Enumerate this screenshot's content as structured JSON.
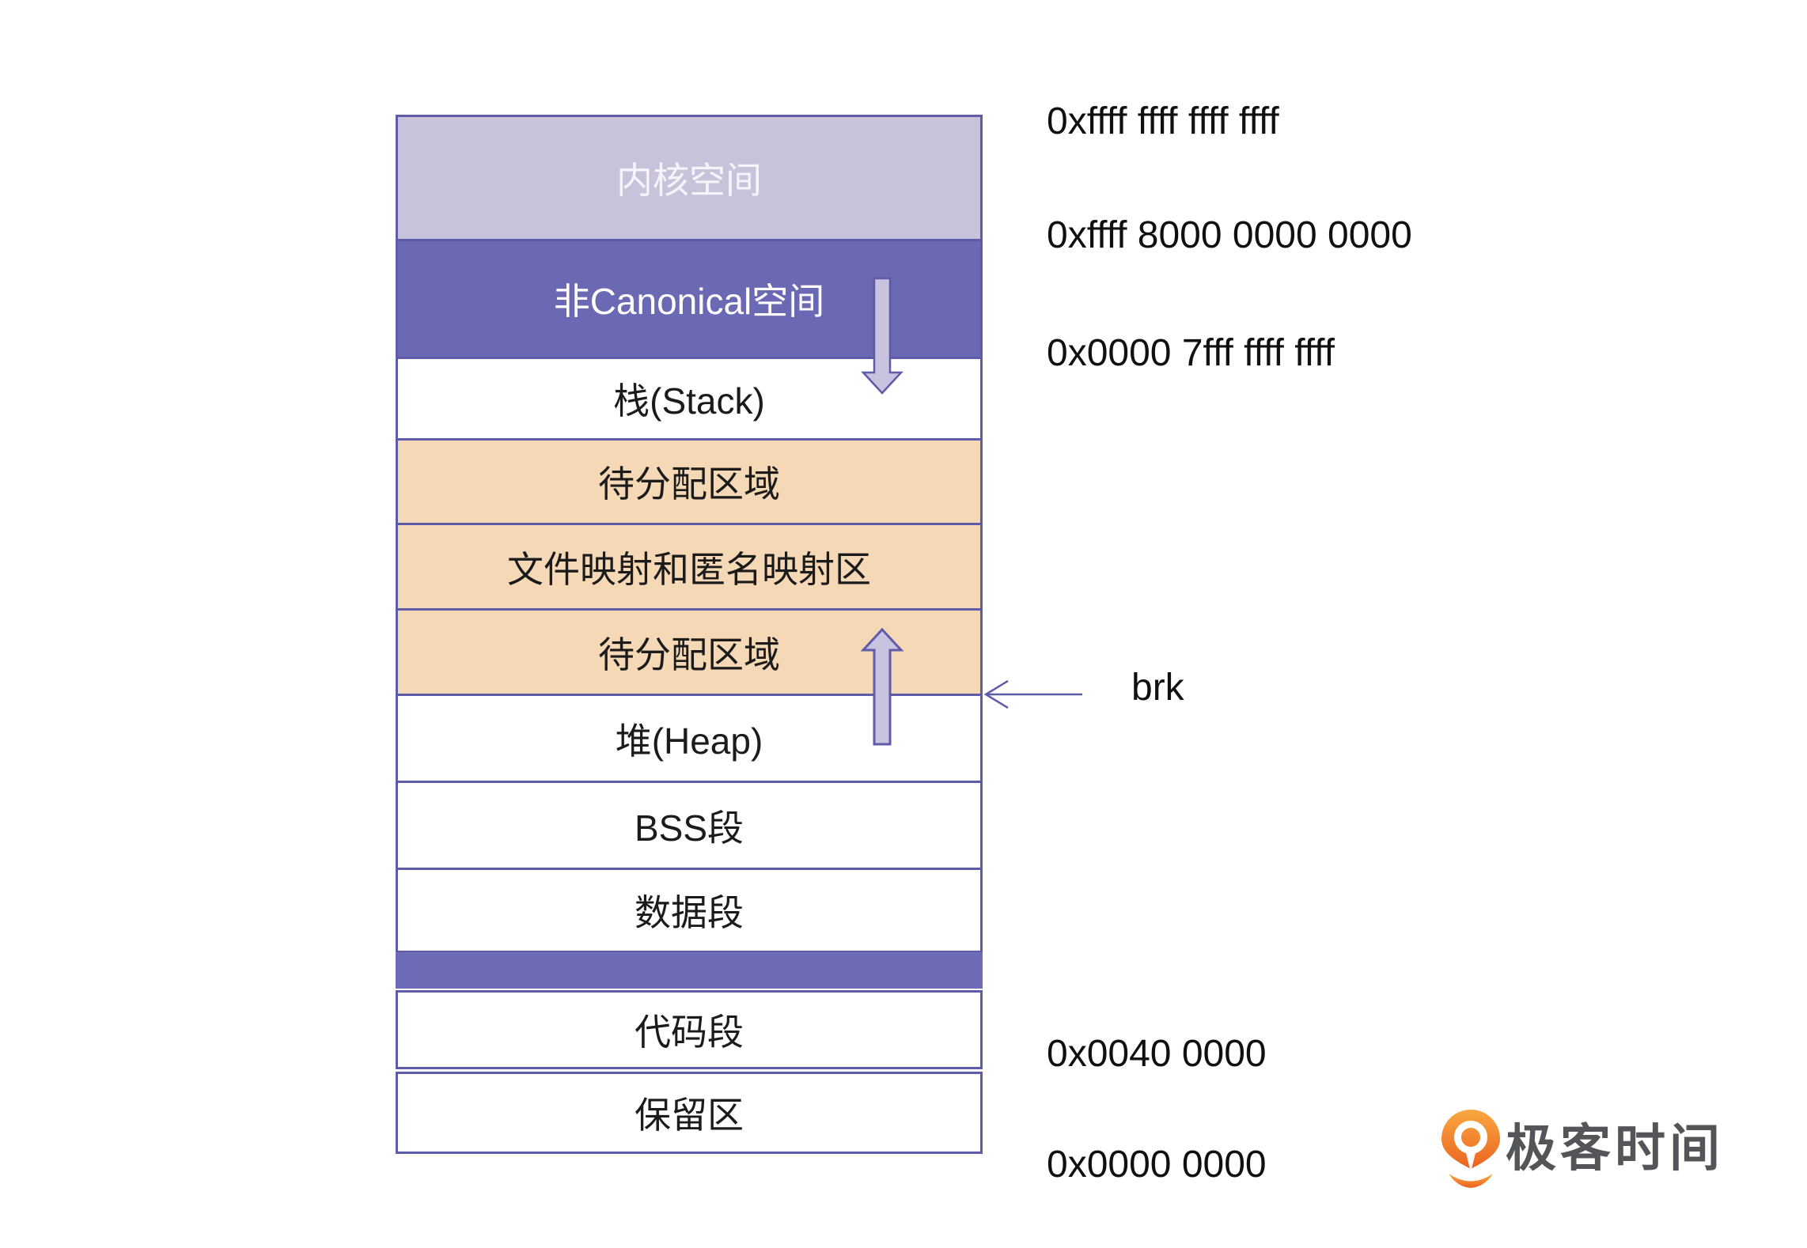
{
  "memory_map": {
    "segments": [
      {
        "id": "kernel",
        "label": "内核空间",
        "fill": "#c8c2db",
        "text_color": "#f6f4fa"
      },
      {
        "id": "non_canonical",
        "label": "非Canonical空间",
        "fill": "#6b69b3",
        "text_color": "#ffffff"
      },
      {
        "id": "stack",
        "label": "栈(Stack)",
        "fill": "#ffffff",
        "text_color": "#1b1b1b"
      },
      {
        "id": "pending_alloc_upper",
        "label": "待分配区域",
        "fill": "#f5d8b5",
        "text_color": "#1b1b1b"
      },
      {
        "id": "file_anon_mapping",
        "label": "文件映射和匿名映射区",
        "fill": "#f5d8b5",
        "text_color": "#1b1b1b"
      },
      {
        "id": "pending_alloc_lower",
        "label": "待分配区域",
        "fill": "#f5d8b5",
        "text_color": "#1b1b1b"
      },
      {
        "id": "heap",
        "label": "堆(Heap)",
        "fill": "#ffffff",
        "text_color": "#1b1b1b"
      },
      {
        "id": "bss",
        "label": "BSS段",
        "fill": "#ffffff",
        "text_color": "#1b1b1b"
      },
      {
        "id": "data",
        "label": "数据段",
        "fill": "#ffffff",
        "text_color": "#1b1b1b"
      },
      {
        "id": "divider_bar",
        "label": "",
        "fill": "#6e6cb6",
        "text_color": ""
      },
      {
        "id": "code",
        "label": "代码段",
        "fill": "#ffffff",
        "text_color": "#1b1b1b"
      },
      {
        "id": "reserved",
        "label": "保留区",
        "fill": "#ffffff",
        "text_color": "#1b1b1b"
      }
    ],
    "addresses": [
      "0xffff ffff ffff ffff",
      "0xffff 8000 0000 0000",
      "0x0000 7fff ffff ffff",
      "0x0040 0000",
      "0x0000 0000"
    ],
    "brk_label": "brk",
    "border_color": "#5e5ba8",
    "arrow_fill": "#c9c3df"
  },
  "logo": {
    "text": "极客时间",
    "orange": "#ee7320",
    "text_color": "#545559"
  }
}
